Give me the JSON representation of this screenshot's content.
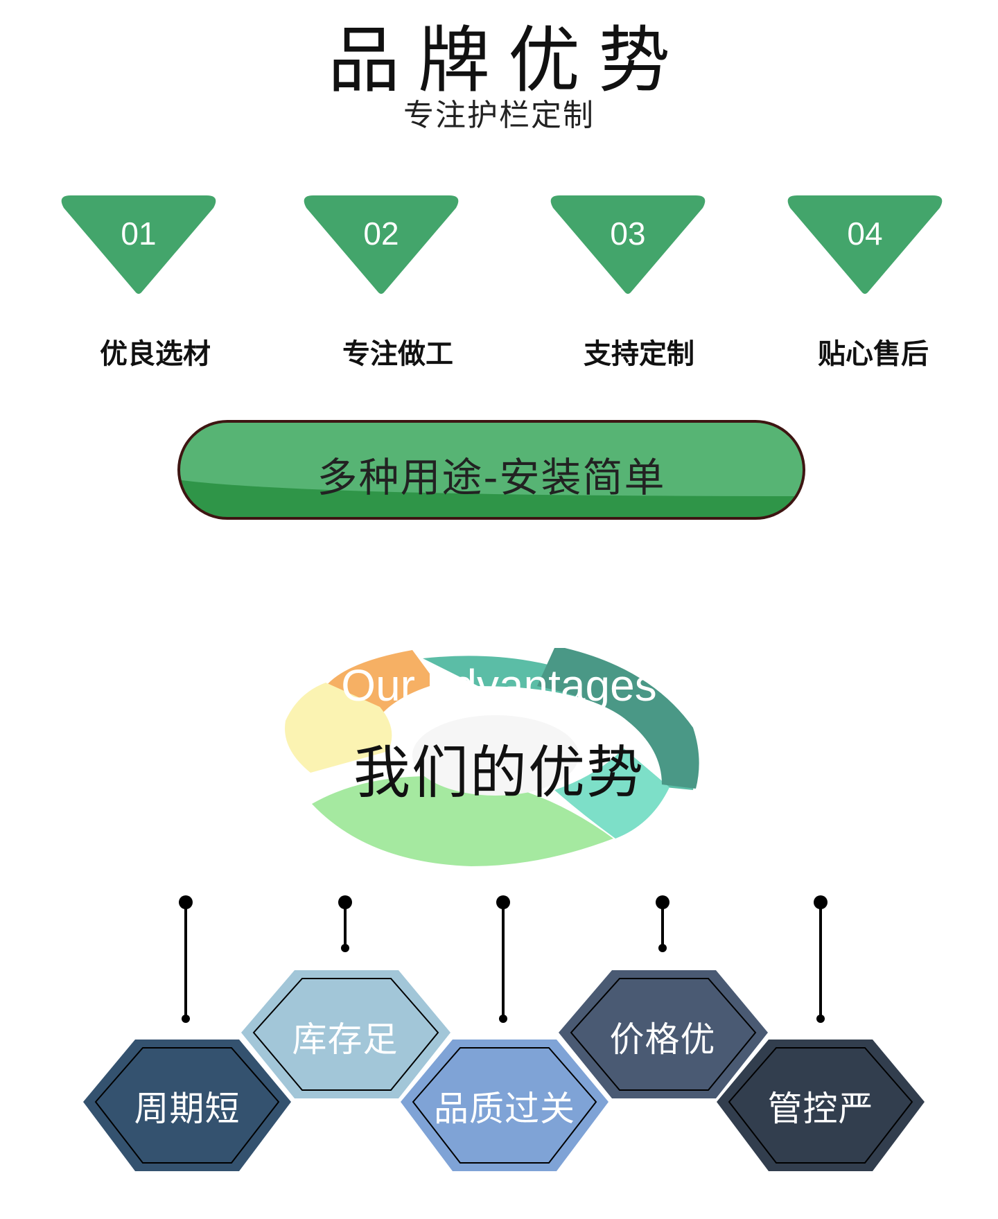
{
  "header": {
    "title": "品牌优势",
    "subtitle": "专注护栏定制"
  },
  "features": [
    {
      "number": "01",
      "label": "优良选材"
    },
    {
      "number": "02",
      "label": "专注做工"
    },
    {
      "number": "03",
      "label": "支持定制"
    },
    {
      "number": "04",
      "label": "贴心售后"
    }
  ],
  "banner": {
    "text": "多种用途-安装简单"
  },
  "advantages": {
    "title_en": "Our advantages",
    "title_cn": "我们的优势",
    "items": [
      {
        "label": "周期短",
        "color": "#34526F"
      },
      {
        "label": "库存足",
        "color": "#A2C6D8"
      },
      {
        "label": "品质过关",
        "color": "#7FA3D6"
      },
      {
        "label": "价格优",
        "color": "#4A5A73"
      },
      {
        "label": "管控严",
        "color": "#323E4E"
      }
    ]
  },
  "colors": {
    "accent_green": "#43A56B",
    "ring_orange": "#F6B064",
    "ring_teal": "#5BBDA6",
    "ring_dark_teal": "#4A9886",
    "ring_mint": "#7DDFC8",
    "ring_light_green": "#A5E9A0",
    "ring_yellow": "#FBF3B2"
  }
}
